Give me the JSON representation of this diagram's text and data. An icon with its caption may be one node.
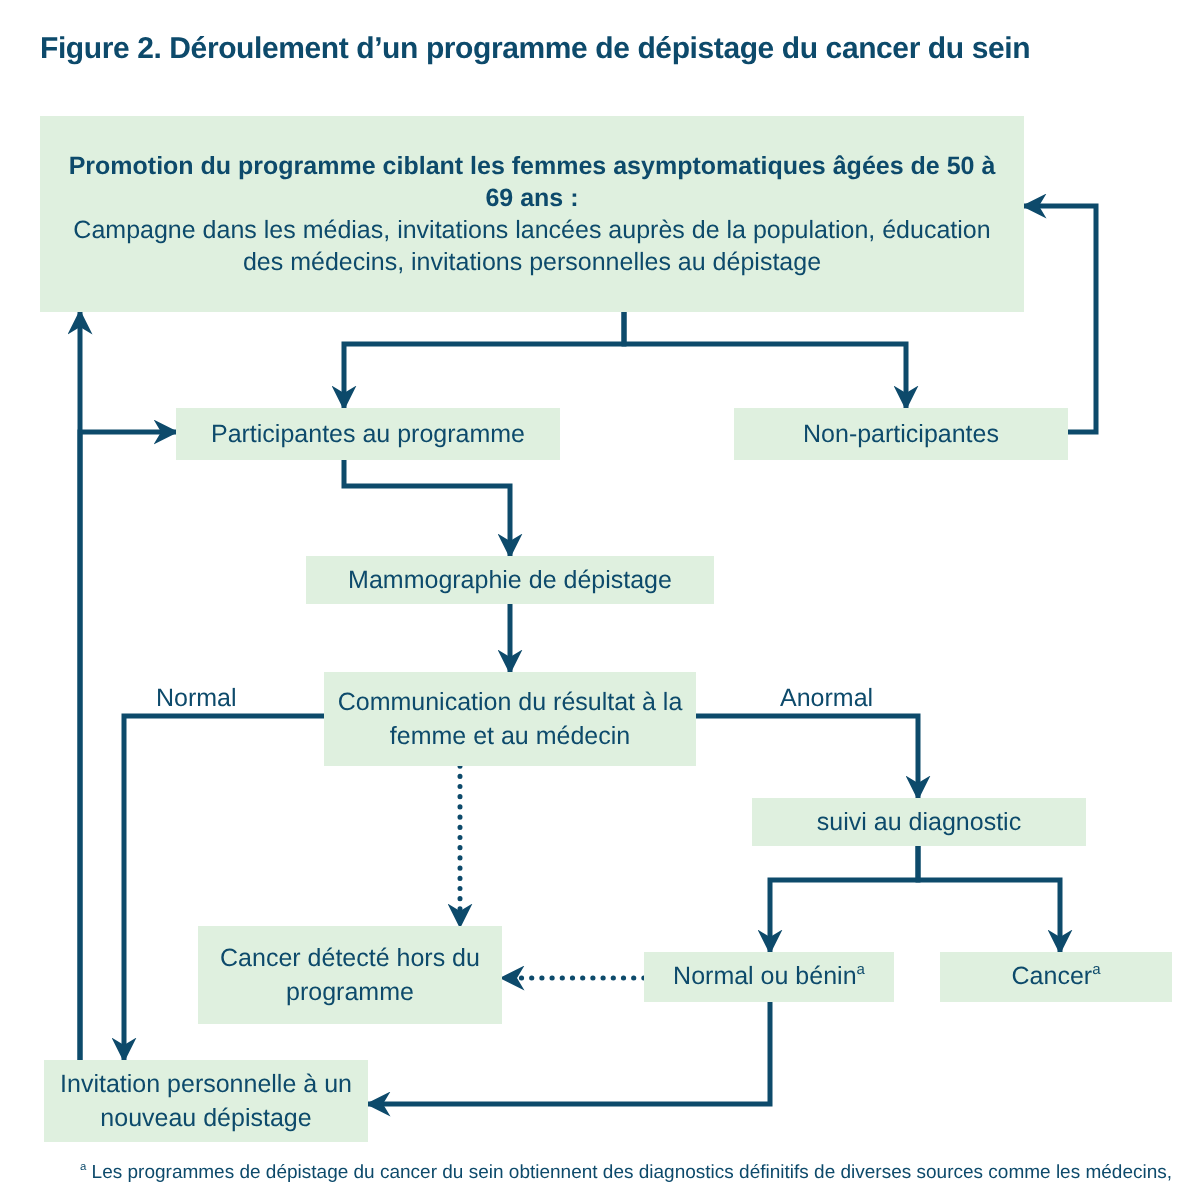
{
  "diagram": {
    "title": "Figure 2. Déroulement d’un programme de dépistage du cancer du sein",
    "caption": "$^{a}$ Les programmes de dépistage du cancer du sein obtiennent des diagnostics définitifs de diverses sources comme les médecins,",
    "nodes": [
      {
        "text": [
          "Promotion du programme ciblant les femmes asymptomatiques âgées de 50 à 69 ans :",
          "Campagne dans les médias, invitations lancées auprès de la population, éducation des médecins, invitations personnelles au dépistage"
        ]
      },
      {
        "text": [
          "Participantes au programme"
        ]
      },
      {
        "text": [
          "Non-participantes"
        ]
      },
      {
        "text": [
          "Mammographie de dépistage"
        ]
      },
      {
        "text": [
          "Communication du résultat à la femme et au médecin"
        ]
      },
      {
        "text": [
          "suivi au diagnostic"
        ]
      },
      {
        "text": [
          "Cancer détecté hors du programme"
        ]
      },
      {
        "text": [
          "Normal ou bénin$^{a}$"
        ]
      },
      {
        "text": [
          "Cancer$^{a}$"
        ]
      },
      {
        "text": [
          "Invitation personnelle à un nouveau dépistage"
        ]
      }
    ],
    "edges": [
      {
        "from": 0,
        "to": 1,
        "arrow": "to"
      },
      {
        "from": 0,
        "to": 2,
        "arrow": "to"
      },
      {
        "from": 2,
        "to": 0,
        "arrow": "to"
      },
      {
        "from": 1,
        "to": 3,
        "arrow": "to"
      },
      {
        "from": 3,
        "to": 4,
        "arrow": "to"
      },
      {
        "from": 4,
        "to": 9,
        "arrow": "to",
        "label": "Normal"
      },
      {
        "from": 4,
        "to": 5,
        "arrow": "to",
        "label": "Anormal"
      },
      {
        "from": 4,
        "to": 6,
        "arrow": "to",
        "style": "dashed"
      },
      {
        "from": 5,
        "to": 7,
        "arrow": "to"
      },
      {
        "from": 5,
        "to": 8,
        "arrow": "to"
      },
      {
        "from": 7,
        "to": 6,
        "arrow": "to",
        "style": "dashed"
      },
      {
        "from": 7,
        "to": 9,
        "arrow": "to"
      },
      {
        "from": 9,
        "to": 0,
        "arrow": "to"
      },
      {
        "from": 9,
        "to": 1,
        "arrow": "to"
      }
    ]
  }
}
